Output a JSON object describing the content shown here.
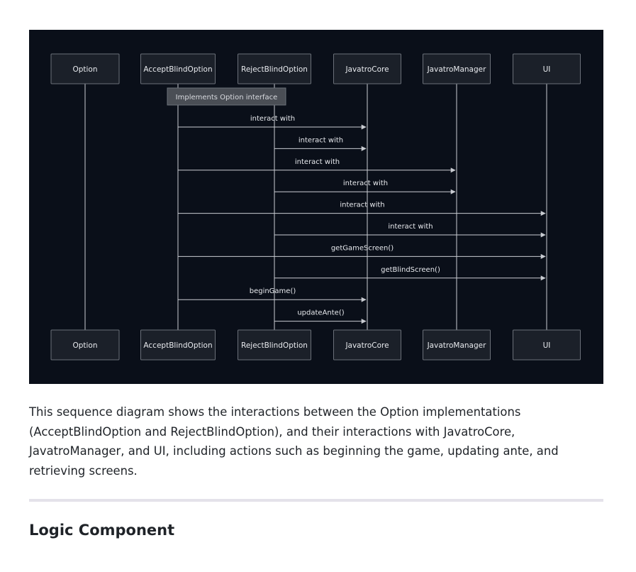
{
  "diagram": {
    "participants": [
      "Option",
      "AcceptBlindOption",
      "RejectBlindOption",
      "JavatroCore",
      "JavatroManager",
      "UI"
    ],
    "note": {
      "over": "AcceptBlindOption",
      "text": "Implements Option interface"
    },
    "messages": [
      {
        "from": "AcceptBlindOption",
        "to": "JavatroCore",
        "label": "interact with"
      },
      {
        "from": "RejectBlindOption",
        "to": "JavatroCore",
        "label": "interact with"
      },
      {
        "from": "AcceptBlindOption",
        "to": "JavatroManager",
        "label": "interact with"
      },
      {
        "from": "RejectBlindOption",
        "to": "JavatroManager",
        "label": "interact with"
      },
      {
        "from": "AcceptBlindOption",
        "to": "UI",
        "label": "interact with"
      },
      {
        "from": "RejectBlindOption",
        "to": "UI",
        "label": "interact with"
      },
      {
        "from": "AcceptBlindOption",
        "to": "UI",
        "label": "getGameScreen()"
      },
      {
        "from": "RejectBlindOption",
        "to": "UI",
        "label": "getBlindScreen()"
      },
      {
        "from": "AcceptBlindOption",
        "to": "JavatroCore",
        "label": "beginGame()"
      },
      {
        "from": "RejectBlindOption",
        "to": "JavatroCore",
        "label": "updateAnte()"
      }
    ]
  },
  "description": "This sequence diagram shows the interactions between the Option implementations (AcceptBlindOption and RejectBlindOption), and their interactions with JavatroCore, JavatroManager, and UI, including actions such as beginning the game, updating ante, and retrieving screens.",
  "section_heading": "Logic Component"
}
